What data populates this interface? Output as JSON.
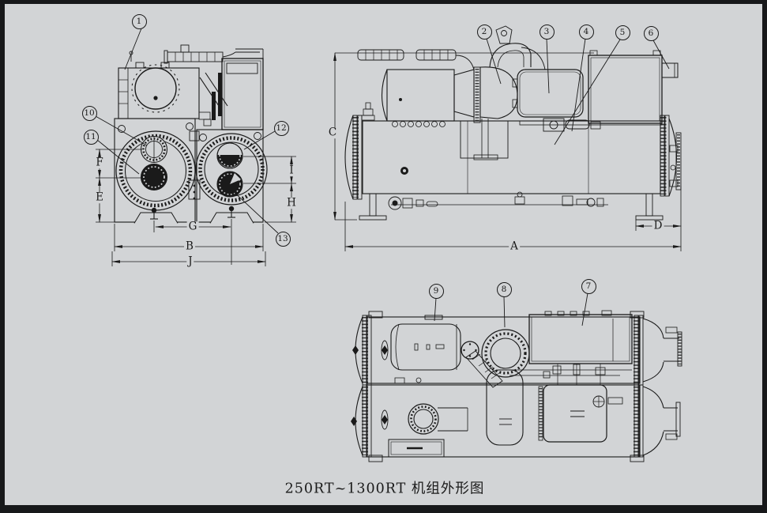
{
  "caption": "250RT~1300RT 机组外形图",
  "callouts": {
    "c1": "1",
    "c2": "2",
    "c3": "3",
    "c4": "4",
    "c5": "5",
    "c6": "6",
    "c7": "7",
    "c8": "8",
    "c9": "9",
    "c10": "10",
    "c11": "11",
    "c12": "12",
    "c13": "13"
  },
  "dims": {
    "A": "A",
    "B": "B",
    "C": "C",
    "D": "D",
    "E": "E",
    "F": "F",
    "G": "G",
    "H": "H",
    "I": "I",
    "J": "J"
  },
  "colors": {
    "background": "#d2d4d6",
    "line": "#1a1a1a",
    "frame": "#17181a"
  }
}
